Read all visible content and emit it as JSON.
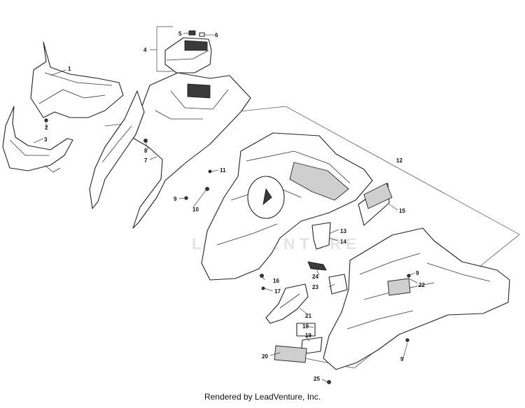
{
  "watermark": "LEADVENTURE",
  "footer": "Rendered by LeadVenture, Inc.",
  "callouts": {
    "c1": "1",
    "c2": "2",
    "c3": "3",
    "c4": "4",
    "c5": "5",
    "c6": "6",
    "c7": "7",
    "c8": "8",
    "c9a": "9",
    "c9b": "9",
    "c9c": "9",
    "c10": "10",
    "c11": "11",
    "c12": "12",
    "c13": "13",
    "c14": "14",
    "c15": "15",
    "c16": "16",
    "c17": "17",
    "c18": "18",
    "c19": "19",
    "c20": "20",
    "c21": "21",
    "c22": "22",
    "c23": "23",
    "c24": "24",
    "c25": "25"
  }
}
